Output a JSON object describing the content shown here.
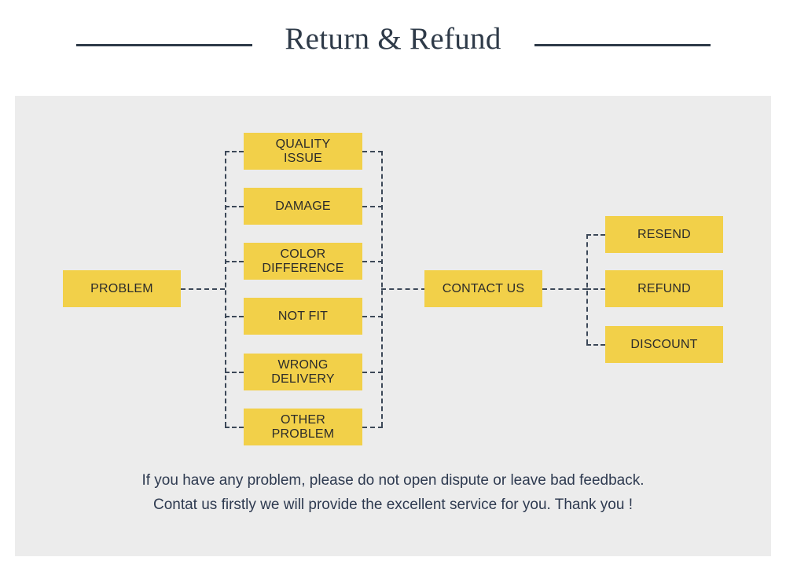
{
  "header": {
    "title": "Return & Refund",
    "rule_color": "#2e3a48"
  },
  "panel": {
    "background": "#ececec"
  },
  "colors": {
    "node_fill": "#f2d049",
    "node_text": "#2b2b2b",
    "connector": "#3c4858",
    "title": "#2e3a48",
    "footer_text": "#2e3a50",
    "page_background": "#ffffff"
  },
  "diagram": {
    "type": "flowchart",
    "start": {
      "label": "PROBLEM"
    },
    "problems": [
      {
        "label": "QUALITY\nISSUE"
      },
      {
        "label": "DAMAGE"
      },
      {
        "label": "COLOR\nDIFFERENCE"
      },
      {
        "label": "NOT FIT"
      },
      {
        "label": "WRONG\nDELIVERY"
      },
      {
        "label": "OTHER\nPROBLEM"
      }
    ],
    "middle": {
      "label": "CONTACT US"
    },
    "resolutions": [
      {
        "label": "RESEND"
      },
      {
        "label": "REFUND"
      },
      {
        "label": "DISCOUNT"
      }
    ]
  },
  "footer": {
    "line1": "If you have any problem, please do not open dispute or leave bad feedback.",
    "line2": "Contat us firstly we will provide the excellent service for you. Thank you !"
  }
}
